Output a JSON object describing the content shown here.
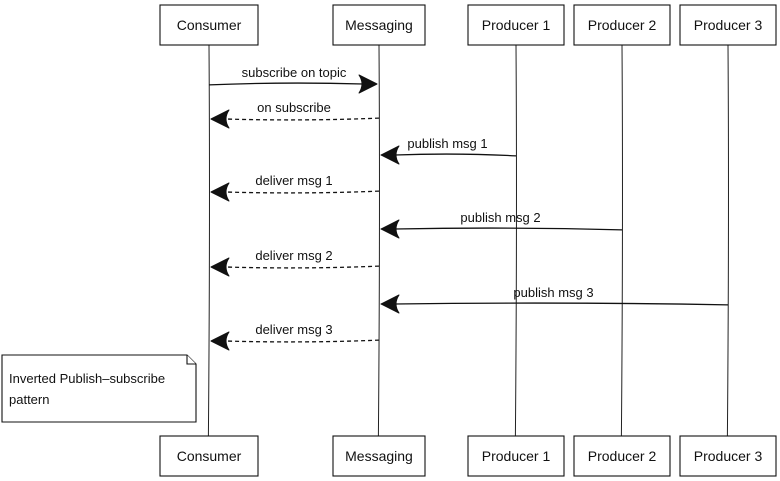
{
  "participants": [
    "Consumer",
    "Messaging",
    "Producer 1",
    "Producer 2",
    "Producer 3"
  ],
  "messages": [
    {
      "from": "Consumer",
      "to": "Messaging",
      "label": "subscribe on topic",
      "style": "solid"
    },
    {
      "from": "Messaging",
      "to": "Consumer",
      "label": "on subscribe",
      "style": "dashed"
    },
    {
      "from": "Producer 1",
      "to": "Messaging",
      "label": "publish msg 1",
      "style": "solid"
    },
    {
      "from": "Messaging",
      "to": "Consumer",
      "label": "deliver msg 1",
      "style": "dashed"
    },
    {
      "from": "Producer 2",
      "to": "Messaging",
      "label": "publish msg 2",
      "style": "solid"
    },
    {
      "from": "Messaging",
      "to": "Consumer",
      "label": "deliver msg 2",
      "style": "dashed"
    },
    {
      "from": "Producer 3",
      "to": "Messaging",
      "label": "publish msg 3",
      "style": "solid"
    },
    {
      "from": "Messaging",
      "to": "Consumer",
      "label": "deliver msg 3",
      "style": "dashed"
    }
  ],
  "note": {
    "lines": [
      "Inverted Publish–subscribe",
      "pattern"
    ]
  },
  "colors": {
    "stroke": "#111111",
    "background": "#ffffff"
  }
}
